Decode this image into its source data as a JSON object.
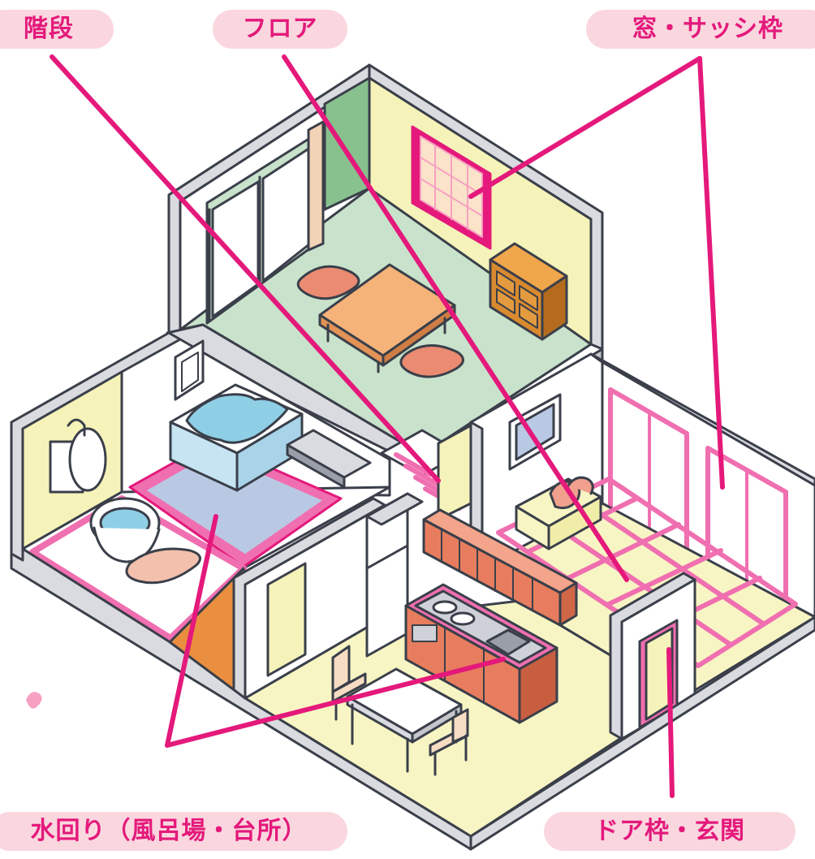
{
  "labels": {
    "stairs": "階段",
    "floor": "フロア",
    "window": "窓・サッシ枠",
    "water": "水回り（風呂場・台所）",
    "door": "ドア枠・玄関"
  },
  "colors": {
    "accent": "#e4197b",
    "label_bg": "#fad7df",
    "outline": "#3a3f4a",
    "wall": "#ffffff",
    "wall_side": "#dadbe0",
    "floor_green": "#c9e2cb",
    "floor_yellow": "#f8f5c4",
    "highlight_pink": "#f06fb0"
  }
}
